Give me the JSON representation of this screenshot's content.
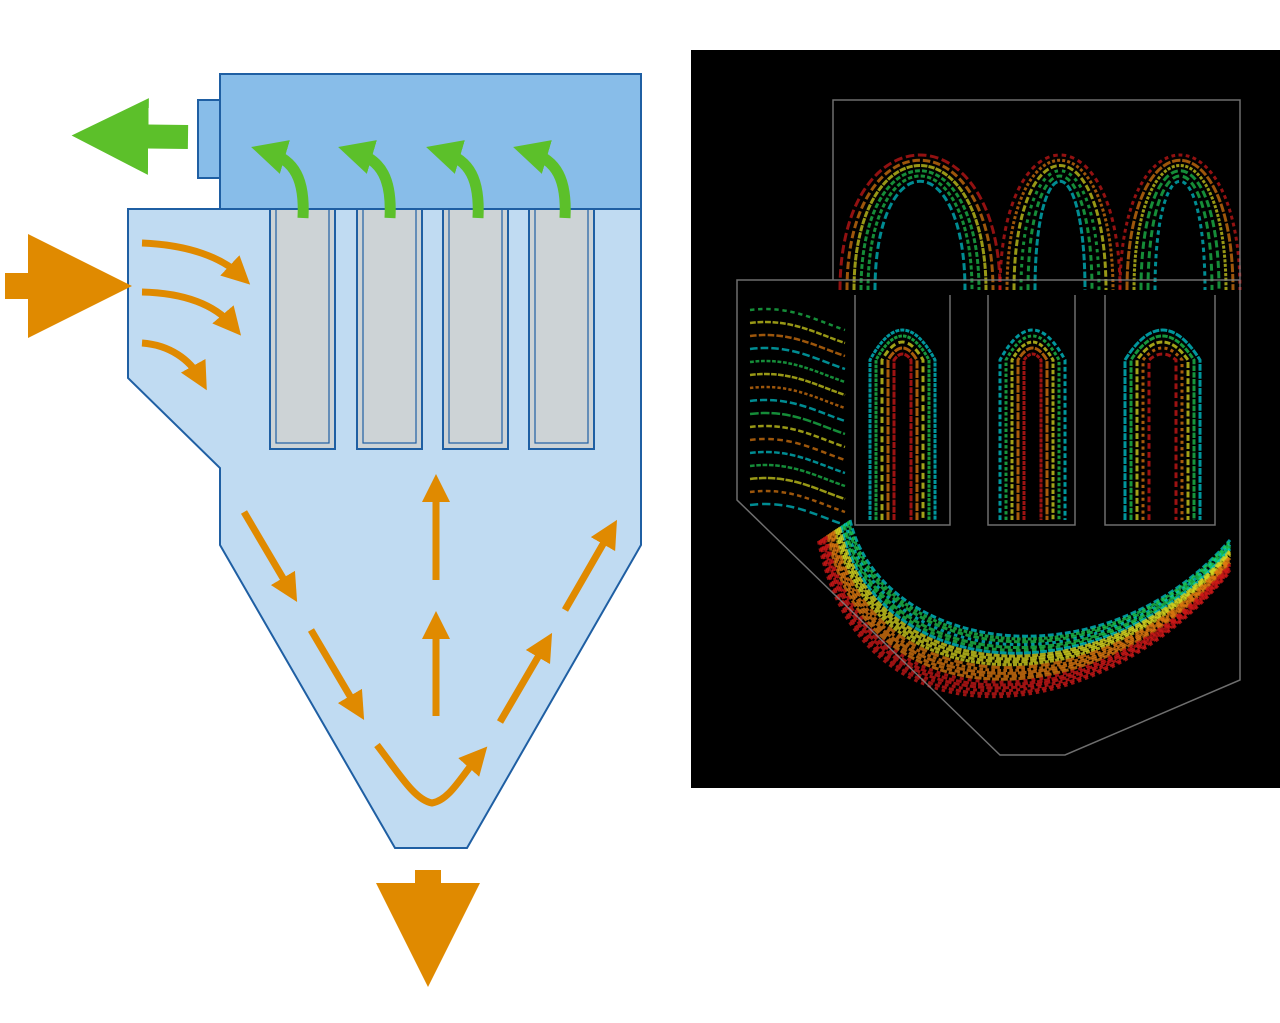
{
  "colors": {
    "housing_fill": "#c0dbf2",
    "plenum_fill": "#88bde9",
    "outline": "#1f5fa3",
    "filter_bag_fill": "#cdd3d6",
    "dirty_gas_arrow": "#e08a00",
    "clean_gas_arrow": "#5cc02a",
    "cfd_background": "#000000"
  },
  "diagram": {
    "filter_bag_count": 4,
    "clean_air_outlet_arrows": 4
  },
  "cfd_image": {
    "filter_bag_count": 3,
    "color_scale": [
      "#1a3cff",
      "#00c8d0",
      "#1ec850",
      "#d8d820",
      "#e07a10",
      "#d01818"
    ]
  }
}
